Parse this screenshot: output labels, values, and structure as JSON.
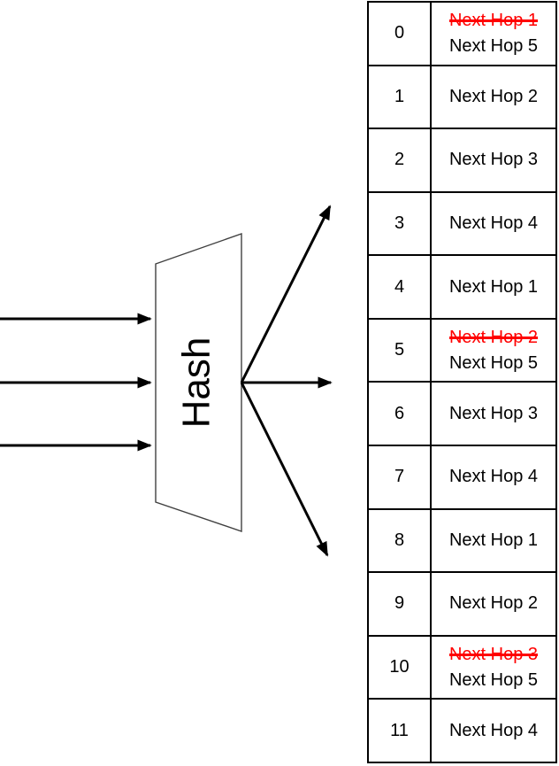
{
  "diagram": {
    "hash_label": "Hash",
    "input_flows": 3,
    "output_arrows": 3
  },
  "colors": {
    "removed_hop_red": "#FF0000",
    "text_black": "#000000",
    "table_border": "#000000"
  },
  "table": {
    "rows": [
      {
        "index": "0",
        "old": "Next Hop 1",
        "new": "Next Hop 5"
      },
      {
        "index": "1",
        "value": "Next Hop 2"
      },
      {
        "index": "2",
        "value": "Next Hop 3"
      },
      {
        "index": "3",
        "value": "Next Hop 4"
      },
      {
        "index": "4",
        "value": "Next Hop 1"
      },
      {
        "index": "5",
        "old": "Next Hop 2",
        "new": "Next Hop 5"
      },
      {
        "index": "6",
        "value": "Next Hop 3"
      },
      {
        "index": "7",
        "value": "Next Hop 4"
      },
      {
        "index": "8",
        "value": "Next Hop 1"
      },
      {
        "index": "9",
        "value": "Next Hop 2"
      },
      {
        "index": "10",
        "old": "Next Hop 3",
        "new": "Next Hop 5"
      },
      {
        "index": "11",
        "value": "Next Hop 4"
      }
    ]
  }
}
